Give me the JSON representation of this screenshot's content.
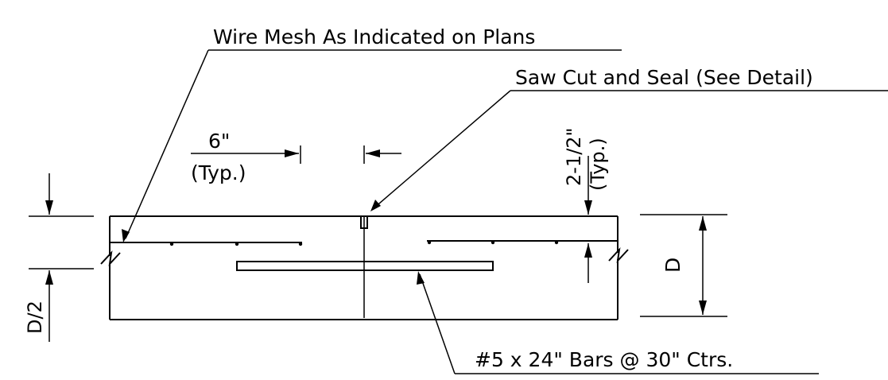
{
  "labels": {
    "wire_mesh": "Wire Mesh As Indicated on Plans",
    "saw_cut": "Saw Cut and Seal (See Detail)",
    "spacing_value": "6\"",
    "spacing_typ": "(Typ.)",
    "cover_value": "2-1/2\"",
    "cover_typ": "(Typ.)",
    "depth": "D",
    "half_depth": "D/2",
    "dowel_bars": "#5 x 24\" Bars @ 30\" Ctrs."
  }
}
